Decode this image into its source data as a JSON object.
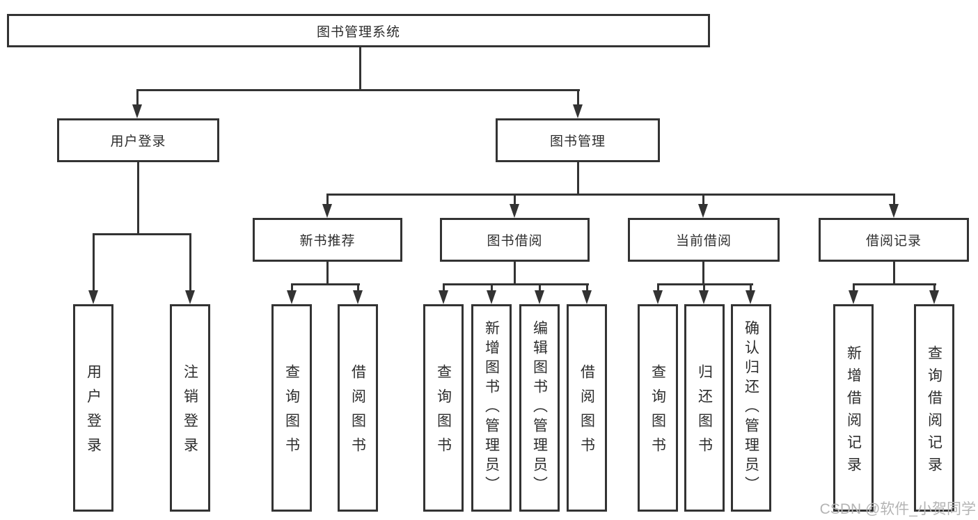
{
  "diagram_type": "tree",
  "tree": {
    "label": "图书管理系统",
    "children": [
      {
        "label": "用户登录",
        "children": [
          {
            "label": "用户登录"
          },
          {
            "label": "注销登录"
          }
        ]
      },
      {
        "label": "图书管理",
        "children": [
          {
            "label": "新书推荐",
            "children": [
              {
                "label": "查询图书"
              },
              {
                "label": "借阅图书"
              }
            ]
          },
          {
            "label": "图书借阅",
            "children": [
              {
                "label": "查询图书"
              },
              {
                "label": "新增图书（管理员）"
              },
              {
                "label": "编辑图书（管理员）"
              },
              {
                "label": "借阅图书"
              }
            ]
          },
          {
            "label": "当前借阅",
            "children": [
              {
                "label": "查询图书"
              },
              {
                "label": "归还图书"
              },
              {
                "label": "确认归还（管理员）"
              }
            ]
          },
          {
            "label": "借阅记录",
            "children": [
              {
                "label": "新增借阅记录"
              },
              {
                "label": "查询借阅记录"
              }
            ]
          }
        ]
      }
    ]
  },
  "watermark": {
    "text": "CSDN @软件_小贺同学"
  },
  "colors": {
    "line": "#333333",
    "text": "#2d2d2d",
    "background": "#ffffff",
    "watermark": "#b4b4b4"
  }
}
